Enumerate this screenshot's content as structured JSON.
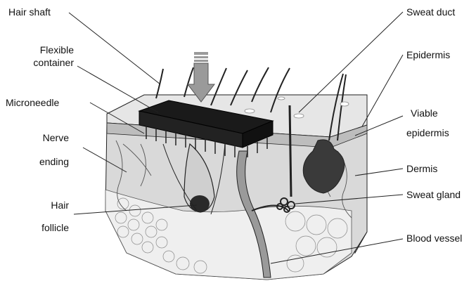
{
  "labels": {
    "left": {
      "hair_shaft": "Hair shaft",
      "flexible_container_1": "Flexible",
      "flexible_container_2": "container",
      "microneedle": "Microneedle",
      "nerve_ending_1": "Nerve",
      "nerve_ending_2": "ending",
      "hair_follicle_1": "Hair",
      "hair_follicle_2": "follicle"
    },
    "right": {
      "sweat_duct": "Sweat duct",
      "epidermis": "Epidermis",
      "viable_epidermis_1": "Viable",
      "viable_epidermis_2": "epidermis",
      "dermis": "Dermis",
      "sweat_gland": "Sweat gland",
      "blood_vessel": "Blood vessel"
    }
  },
  "colors": {
    "stroke": "#222222",
    "skin_top": "#e6e6e6",
    "epidermis_band": "#c8c8c8",
    "dermis": "#d9d9d9",
    "fat": "#efefef",
    "patch": "#1a1a1a",
    "arrow": "#9a9a9a",
    "gland": "#3a3a3a"
  }
}
